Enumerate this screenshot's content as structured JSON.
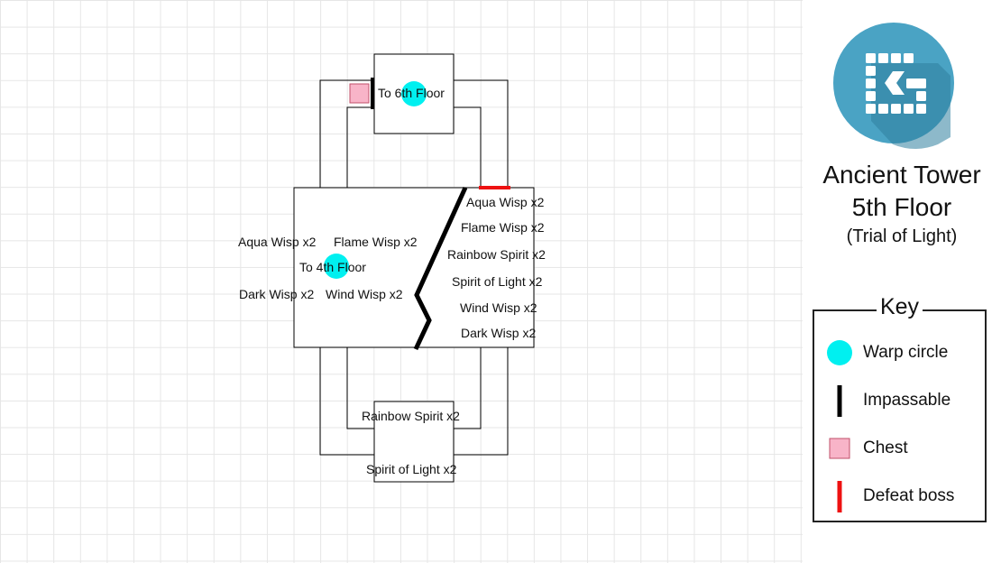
{
  "map": {
    "labels": {
      "to_6th_floor": "To 6th Floor",
      "to_4th_floor": "To 4th Floor",
      "left_aqua": "Aqua Wisp x2",
      "left_flame": "Flame Wisp x2",
      "left_dark": "Dark Wisp x2",
      "left_wind": "Wind Wisp x2",
      "right_aqua": "Aqua Wisp x2",
      "right_flame": "Flame Wisp x2",
      "right_rainbow": "Rainbow Spirit x2",
      "right_spirit": "Spirit of Light x2",
      "right_wind": "Wind Wisp x2",
      "right_dark": "Dark Wisp x2",
      "bottom_rainbow": "Rainbow Spirit x2",
      "bottom_spirit": "Spirit of Light x2"
    }
  },
  "sidebar": {
    "logo_icon": "tower-logo-icon",
    "title_line1": "Ancient Tower",
    "title_line2": "5th Floor",
    "subtitle": "(Trial of Light)"
  },
  "key": {
    "title": "Key",
    "items": [
      {
        "label": "Warp circle",
        "icon": "warp-circle-icon"
      },
      {
        "label": "Impassable",
        "icon": "impassable-icon"
      },
      {
        "label": "Chest",
        "icon": "chest-icon"
      },
      {
        "label": "Defeat boss",
        "icon": "defeat-boss-icon"
      }
    ]
  },
  "colors": {
    "warp": "#00f0f0",
    "chest_fill": "#f8b4c8",
    "chest_border": "#c0506a",
    "boss": "#ee1111",
    "logo_bg": "#4aa3c4"
  }
}
